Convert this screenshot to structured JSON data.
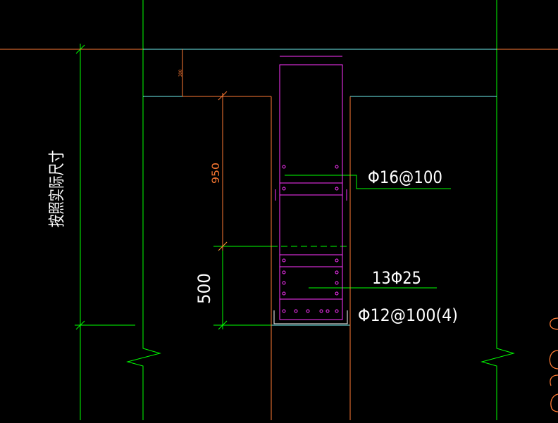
{
  "colors": {
    "background": "#000000",
    "green": "#00ff00",
    "cyan": "#6ff0f0",
    "orange": "#ff7a33",
    "magenta": "#ff33ff",
    "white": "#ffffff"
  },
  "annotations": {
    "vertical_note": "按照实际尺寸",
    "dim_small": "300",
    "dim_950": "950",
    "dim_500": "500",
    "rebar_stirrup_upper": "Φ16@100",
    "rebar_main": "13Φ25",
    "rebar_stirrup_lower": "Φ12@100(4)"
  }
}
